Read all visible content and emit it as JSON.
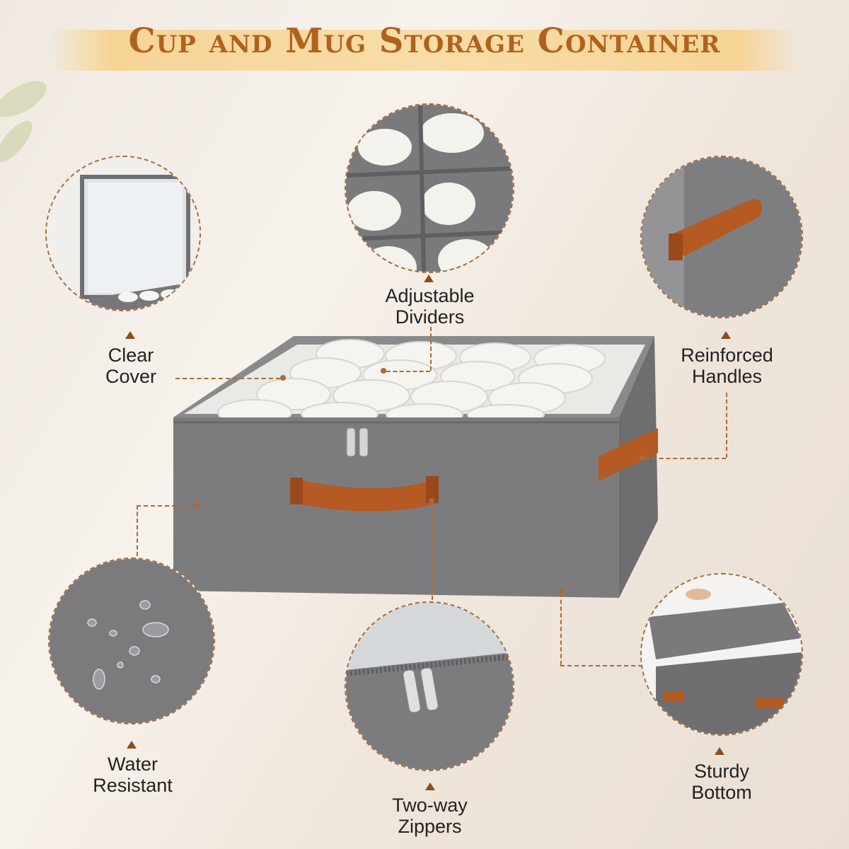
{
  "title": "Cup and Mug Storage Container",
  "features": {
    "clear_cover": "Clear\nCover",
    "adjustable_dividers": "Adjustable\nDividers",
    "reinforced_handles": "Reinforced\nHandles",
    "water_resistant": "Water\nResistant",
    "two_way_zippers": "Two-way\nZippers",
    "sturdy_bottom": "Sturdy\nBottom"
  },
  "colors": {
    "title": "#b0621c",
    "title_band": "#f6d496",
    "fabric": "#7c7c7e",
    "leather": "#b45a22",
    "dashed_lines": "#b06a2e"
  }
}
